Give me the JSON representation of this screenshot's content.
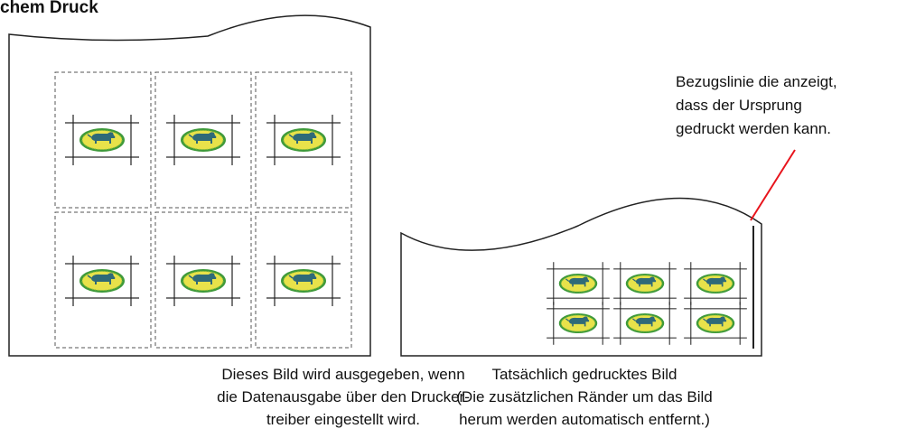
{
  "title": "chem Druck",
  "caption_left": {
    "line1": "Dieses Bild wird ausgegeben, wenn",
    "line2": "die Datenausgabe über den Drucker-",
    "line3": "treiber eingestellt wird."
  },
  "caption_right": {
    "line1": "Tatsächlich gedrucktes Bild",
    "line2": "(Die zusätzlichen Ränder um das Bild",
    "line3": "herum werden automatisch entfernt.)"
  },
  "callout": {
    "line1": "Bezugslinie die anzeigt,",
    "line2": "dass der Ursprung",
    "line3": "gedruckt werden kann."
  },
  "colors": {
    "label_fill": "#e8e24a",
    "label_border": "#3f9a3a",
    "animal": "#2f6a78",
    "pointer": "#e8141c"
  }
}
